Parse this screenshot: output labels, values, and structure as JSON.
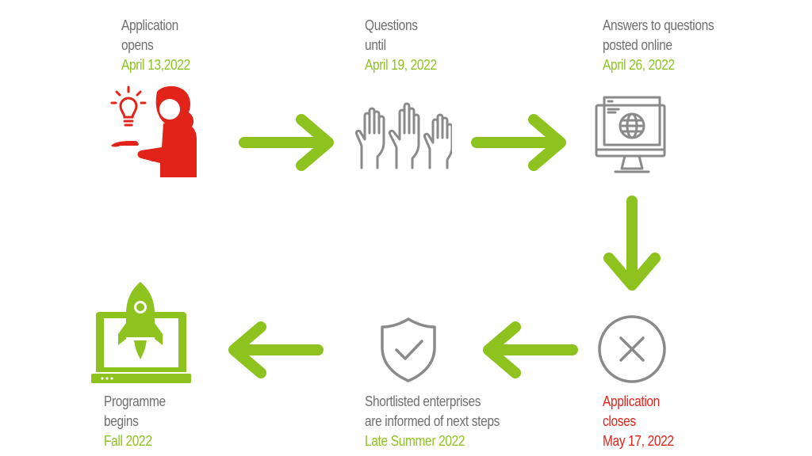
{
  "colors": {
    "accent_green": "#8dc21f",
    "accent_red": "#e2231a",
    "text_gray": "#6f6f6f",
    "icon_gray": "#8a8a8a"
  },
  "steps": [
    {
      "line1": "Application",
      "line2": "opens",
      "date": "April 13,2022",
      "icon": "person-lightbulb-icon"
    },
    {
      "line1": "Questions",
      "line2": "until",
      "date": "April 19, 2022",
      "icon": "raised-hands-icon"
    },
    {
      "line1": "Answers to questions",
      "line2": "posted online",
      "date": "April 26, 2022",
      "icon": "computer-globe-icon"
    },
    {
      "line1": "Application",
      "line2": "closes",
      "date": "May 17, 2022",
      "icon": "close-circle-icon"
    },
    {
      "line1": "Shortlisted enterprises",
      "line2": "are informed of next steps",
      "date": "Late Summer 2022",
      "icon": "shield-check-icon"
    },
    {
      "line1": "Programme",
      "line2": "begins",
      "date": "Fall 2022",
      "icon": "laptop-rocket-icon"
    }
  ]
}
